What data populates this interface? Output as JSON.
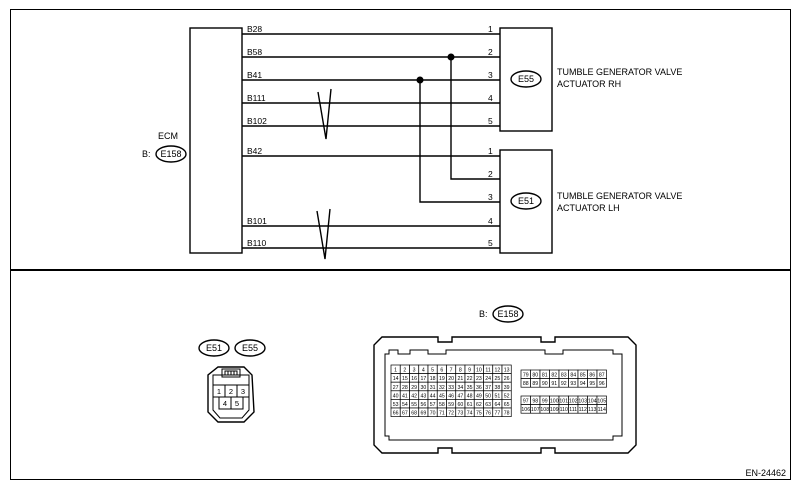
{
  "ecm": {
    "label": "ECM",
    "prefix": "B:",
    "connector": "E158",
    "terminals": [
      "B28",
      "B58",
      "B41",
      "B111",
      "B102",
      "B42",
      "B101",
      "B110"
    ]
  },
  "actuator_rh": {
    "connector": "E55",
    "name_line1": "TUMBLE GENERATOR VALVE",
    "name_line2": "ACTUATOR RH",
    "pins": [
      "1",
      "2",
      "3",
      "4",
      "5"
    ]
  },
  "actuator_lh": {
    "connector": "E51",
    "name_line1": "TUMBLE GENERATOR VALVE",
    "name_line2": "ACTUATOR LH",
    "pins": [
      "1",
      "2",
      "3",
      "4",
      "5"
    ]
  },
  "small_connector": {
    "labels": [
      "E51",
      "E55"
    ],
    "pins": [
      "1",
      "2",
      "3",
      "4",
      "5"
    ]
  },
  "big_connector": {
    "prefix": "B:",
    "connector": "E158",
    "left_rows": [
      [
        "1",
        "2",
        "3",
        "4",
        "5",
        "6",
        "7",
        "8",
        "9",
        "10",
        "11",
        "12",
        "13"
      ],
      [
        "14",
        "15",
        "16",
        "17",
        "18",
        "19",
        "20",
        "21",
        "22",
        "23",
        "24",
        "25",
        "26"
      ],
      [
        "27",
        "28",
        "29",
        "30",
        "31",
        "32",
        "33",
        "34",
        "35",
        "36",
        "37",
        "38",
        "39"
      ],
      [
        "40",
        "41",
        "42",
        "43",
        "44",
        "45",
        "46",
        "47",
        "48",
        "49",
        "50",
        "51",
        "52"
      ],
      [
        "53",
        "54",
        "55",
        "56",
        "57",
        "58",
        "59",
        "60",
        "61",
        "62",
        "63",
        "64",
        "65"
      ],
      [
        "66",
        "67",
        "68",
        "69",
        "70",
        "71",
        "72",
        "73",
        "74",
        "75",
        "76",
        "77",
        "78"
      ]
    ],
    "right_top_rows": [
      [
        "79",
        "80",
        "81",
        "82",
        "83",
        "84",
        "85",
        "86",
        "87"
      ],
      [
        "88",
        "89",
        "90",
        "91",
        "92",
        "93",
        "94",
        "95",
        "96"
      ]
    ],
    "right_bottom_rows": [
      [
        "97",
        "98",
        "99",
        "100",
        "101",
        "102",
        "103",
        "104",
        "105"
      ],
      [
        "106",
        "107",
        "108",
        "109",
        "110",
        "111",
        "112",
        "113",
        "114"
      ]
    ]
  },
  "figure_id": "EN-24462"
}
